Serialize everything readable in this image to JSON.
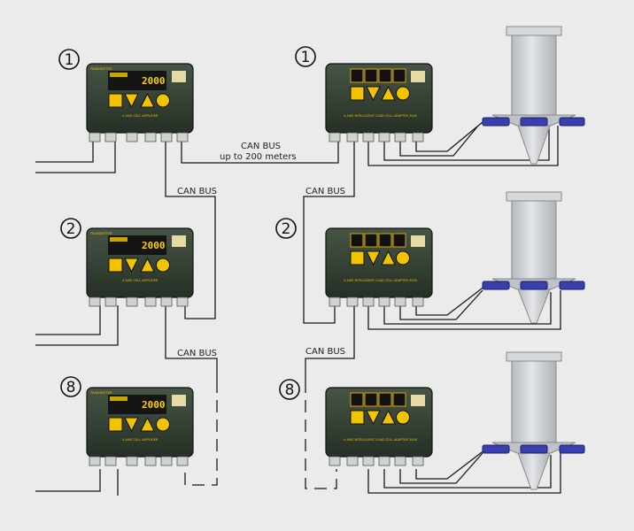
{
  "diagram": {
    "labels": {
      "can_bus_main": "CAN BUS",
      "can_bus_range": "up to 200 meters",
      "can_bus_left": "CAN BUS",
      "can_bus_left_lower": "CAN BUS",
      "can_bus_right": "CAN BUS",
      "can_bus_right_lower": "CAN BUS"
    },
    "left_units": [
      {
        "number": "1",
        "display_value": "2000",
        "panel_text": "4 AXIS CELL AMPLIFIER",
        "brand": "TRANSMITTER"
      },
      {
        "number": "2",
        "display_value": "2000",
        "panel_text": "4 AXIS CELL AMPLIFIER",
        "brand": "TRANSMITTER"
      },
      {
        "number": "8",
        "display_value": "2000",
        "panel_text": "4 AXIS CELL AMPLIFIER",
        "brand": "TRANSMITTER"
      }
    ],
    "right_units": [
      {
        "number": "1",
        "panel_text": "4 AXIS INTELLIGENT LOAD CELL ADAPTER 3000"
      },
      {
        "number": "2",
        "panel_text": "4 AXIS INTELLIGENT LOAD CELL ADAPTER 3000"
      },
      {
        "number": "8",
        "panel_text": "4 AXIS INTELLIGENT LOAD CELL ADAPTER 3000"
      }
    ],
    "colors": {
      "background": "#ebebeb",
      "enclosure": "#2e3a2e",
      "display_text": "#ffd000",
      "button": "#f2c400",
      "silo": "#c9cccf",
      "load_cell": "#3a3fae"
    }
  }
}
